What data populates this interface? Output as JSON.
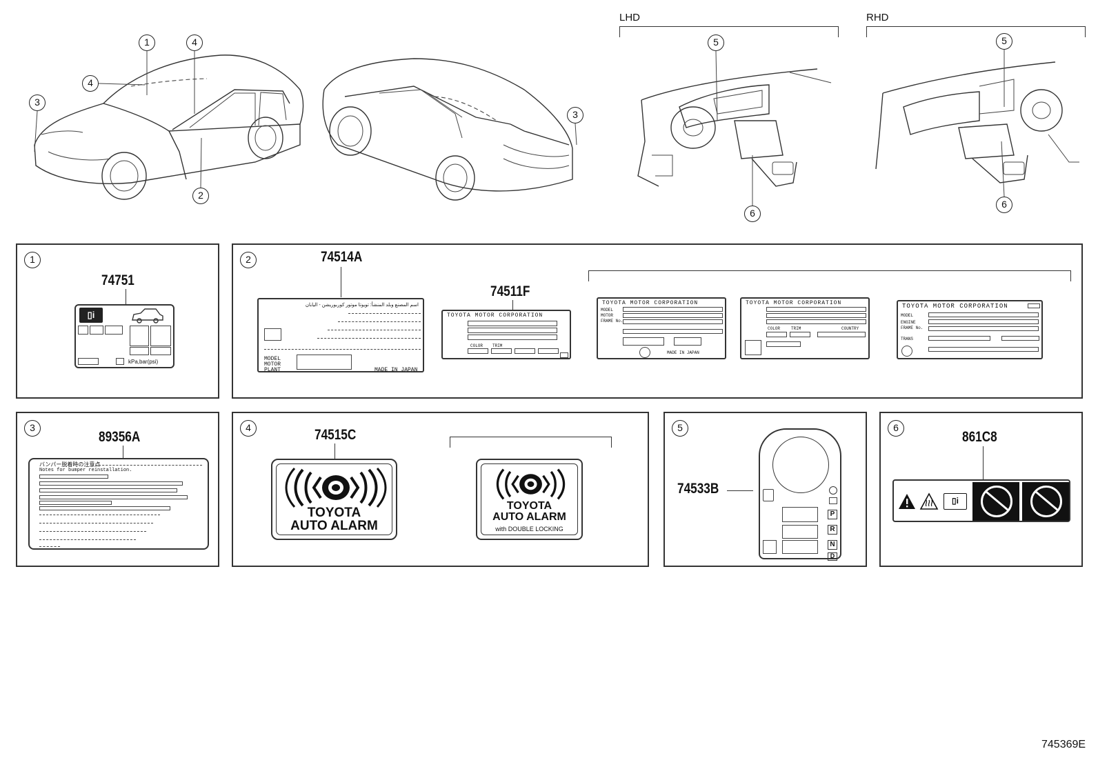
{
  "overview": {
    "lhd_label": "LHD",
    "rhd_label": "RHD",
    "callouts": [
      "1",
      "2",
      "3",
      "4",
      "5",
      "6"
    ]
  },
  "panels": [
    {
      "ref": "1",
      "part": "74751",
      "pressure_unit": "kPa,bar(psi)"
    },
    {
      "ref": "2",
      "parts": [
        "74514A",
        "74511F"
      ],
      "plate_maker": "TOYOTA MOTOR CORPORATION",
      "plate_fields": [
        "MODEL",
        "MOTOR",
        "ENGINE",
        "FRAME No.",
        "COLOR",
        "TRIM",
        "COUNTRY",
        "TRANS",
        "PLANT"
      ],
      "made_in": "MADE IN JAPAN",
      "arabic_header": "اسم المصنع وبلد المنشأ: تويوتا موتور كوربوريشن - اليابان"
    },
    {
      "ref": "3",
      "part": "89356A",
      "jp_title": "バンパー脱着時の注意点",
      "en_title": "Notes for bumper reinstallation."
    },
    {
      "ref": "4",
      "part": "74515C",
      "alarm_line1": "TOYOTA",
      "alarm_line2": "AUTO ALARM",
      "alarm_sub": "with DOUBLE LOCKING"
    },
    {
      "ref": "5",
      "part": "74533B",
      "gears": [
        "P",
        "R",
        "N",
        "D"
      ]
    },
    {
      "ref": "6",
      "part": "861C8"
    }
  ],
  "footer": {
    "diagram_code": "745369E"
  }
}
